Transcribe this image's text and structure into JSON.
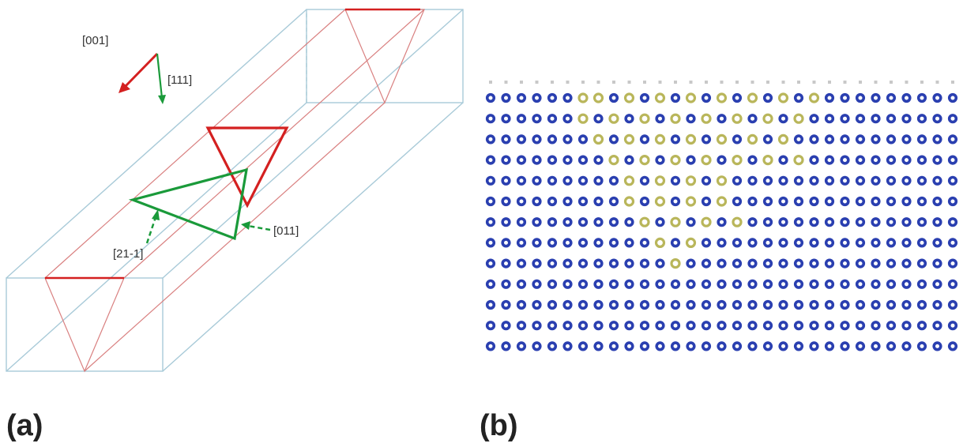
{
  "panel_a": {
    "panel_label": "(a)",
    "directions": {
      "d001": "[001]",
      "d111": "[111]",
      "d21m1": "[21-1]",
      "d011": "[011]"
    }
  },
  "panel_b": {
    "panel_label": "(b)",
    "lattice": {
      "columns": 31,
      "rows": 13,
      "yellow_rows": [
        {
          "row": 0,
          "cols": [
            6,
            7,
            9,
            11,
            13,
            15,
            17,
            19,
            21
          ]
        },
        {
          "row": 1,
          "cols": [
            6,
            8,
            10,
            12,
            14,
            16,
            18,
            20
          ]
        },
        {
          "row": 2,
          "cols": [
            7,
            9,
            11,
            13,
            15,
            17,
            19
          ]
        },
        {
          "row": 3,
          "cols": [
            8,
            10,
            12,
            14,
            16,
            18,
            20
          ]
        },
        {
          "row": 4,
          "cols": [
            9,
            11,
            13,
            15
          ]
        },
        {
          "row": 5,
          "cols": [
            9,
            11,
            13,
            15
          ]
        },
        {
          "row": 6,
          "cols": [
            10,
            12,
            14,
            16
          ]
        },
        {
          "row": 7,
          "cols": [
            11,
            13
          ]
        },
        {
          "row": 8,
          "cols": [
            12
          ]
        }
      ]
    }
  },
  "colors": {
    "red": "#d42020",
    "red_thin": "#d98080",
    "green": "#1a9a3a",
    "box": "#a8cad8",
    "atom_blue": "#2a3fb0",
    "atom_yellow": "#b9b65a",
    "surface_marker": "#c8c8c8"
  }
}
